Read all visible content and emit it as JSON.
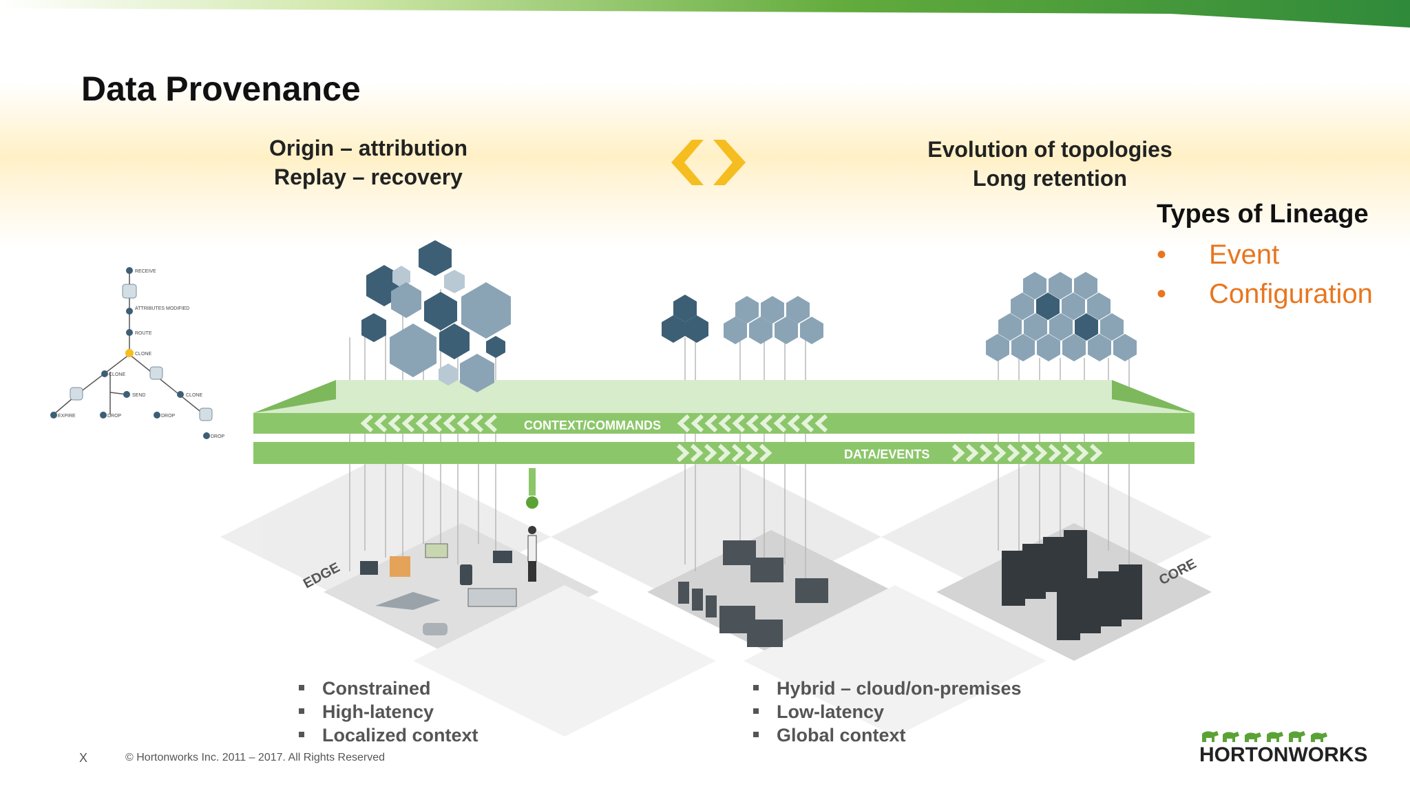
{
  "slide": {
    "title": "Data Provenance",
    "left_header": [
      "Origin – attribution",
      "Replay – recovery"
    ],
    "right_header": [
      "Evolution of topologies",
      "Long retention"
    ],
    "lineage": {
      "title": "Types of Lineage",
      "items": [
        "Event",
        "Configuration"
      ]
    },
    "flow_graph": {
      "nodes": [
        "RECEIVE",
        "ATTRIBUTES MODIFIED",
        "ROUTE",
        "CLONE",
        "CLONE",
        "SEND",
        "CLONE",
        "EXPIRE",
        "DROP",
        "DROP",
        "DROP"
      ]
    },
    "bands": {
      "upper": "CONTEXT/COMMANDS",
      "lower": "DATA/EVENTS"
    },
    "zones": {
      "edge": "EDGE",
      "core": "CORE"
    },
    "edge_bullets": [
      "Constrained",
      "High-latency",
      "Localized context"
    ],
    "core_bullets": [
      "Hybrid – cloud/on-premises",
      "Low-latency",
      "Global context"
    ],
    "footer": {
      "page": "X",
      "copyright": "© Hortonworks Inc. 2011 – 2017. All Rights Reserved"
    },
    "logo_text": "HORTONWORKS",
    "colors": {
      "accent_green": "#5ba236",
      "band_green": "#8cc66a",
      "orange": "#e8761e",
      "chevron_yellow": "#f5bd1f",
      "hex_dark": "#3d5f75",
      "hex_light": "#8aa4b6"
    }
  }
}
